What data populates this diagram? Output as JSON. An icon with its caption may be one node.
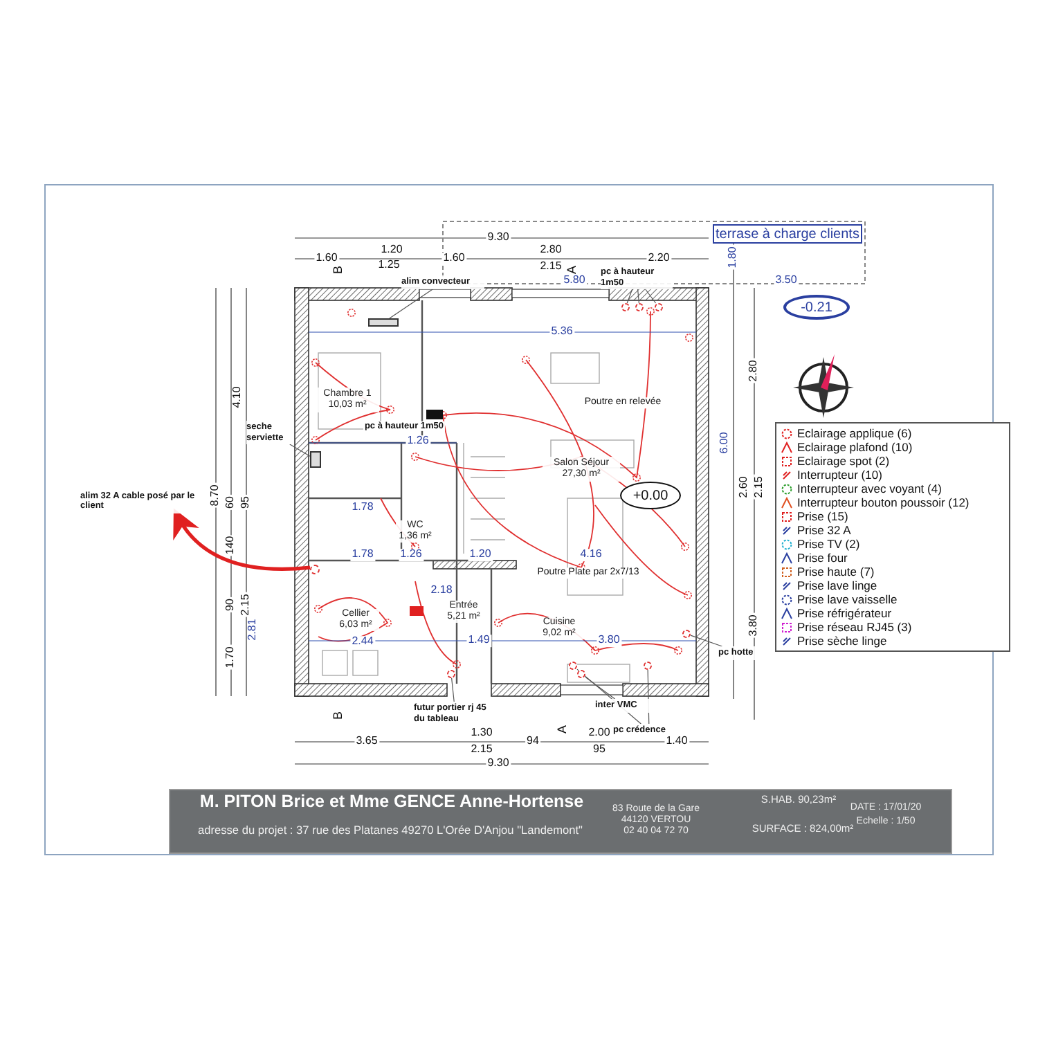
{
  "diagram": {
    "nodes": [
      {
        "text": [
          "terrase à charge clients"
        ]
      },
      {
        "text": [
          "Chambre 1",
          "10,03 m²"
        ]
      },
      {
        "text": [
          "Salon Séjour",
          "27,30 m²"
        ]
      },
      {
        "text": [
          "WC",
          "1,36 m²"
        ]
      },
      {
        "text": [
          "Entrée",
          "5,21 m²"
        ]
      },
      {
        "text": [
          "Cellier",
          "6,03 m²"
        ]
      },
      {
        "text": [
          "Cuisine",
          "9,02 m²"
        ]
      },
      {
        "text": [
          "+0.00"
        ]
      },
      {
        "text": [
          "-0.21"
        ]
      },
      {
        "text": [
          "alim 32 A cable posé par le client"
        ]
      },
      {
        "text": [
          "seche serviette"
        ]
      },
      {
        "text": [
          "alim convecteur"
        ]
      },
      {
        "text": [
          "pc à hauteur 1m50"
        ]
      },
      {
        "text": [
          "pc hotte"
        ]
      },
      {
        "text": [
          "inter VMC"
        ]
      },
      {
        "text": [
          "pc crédence"
        ]
      },
      {
        "text": [
          "futur portier rj 45 du tableau"
        ]
      },
      {
        "text": [],
        "shape": "box"
      },
      {
        "text": [],
        "shape": "box"
      },
      {
        "text": [],
        "shape": "circle"
      },
      {
        "text": [],
        "shape": "circle"
      },
      {
        "text": [],
        "shape": "circle"
      },
      {
        "text": [],
        "shape": "circle"
      },
      {
        "text": [],
        "shape": "circle"
      },
      {
        "text": [],
        "shape": "circle"
      },
      {
        "text": [],
        "shape": "circle"
      },
      {
        "text": [],
        "shape": "circle"
      },
      {
        "text": [],
        "shape": "circle"
      }
    ],
    "edges": [
      {
        "from": 27,
        "to": 9,
        "arrow": "to",
        "style": "thick",
        "color": "#e02020"
      },
      {
        "from": 10,
        "to": 17,
        "arrow": "none"
      },
      {
        "from": 11,
        "to": 18,
        "arrow": "none"
      },
      {
        "from": 12,
        "to": 19,
        "arrow": "none"
      },
      {
        "from": 12,
        "to": 20,
        "arrow": "none"
      },
      {
        "from": 12,
        "to": 21,
        "arrow": "none"
      },
      {
        "from": 13,
        "to": 22,
        "arrow": "none"
      },
      {
        "from": 14,
        "to": 23,
        "arrow": "none"
      },
      {
        "from": 15,
        "to": 24,
        "arrow": "none"
      },
      {
        "from": 15,
        "to": 25,
        "arrow": "none"
      },
      {
        "from": 16,
        "to": 26,
        "arrow": "none"
      }
    ],
    "labels": [
      "9.30",
      "1.60",
      "1.20",
      "1.25",
      "B",
      "1.60",
      "2.80",
      "2.15",
      "A",
      "2.20",
      "1.80",
      "5.80",
      "3.50",
      "5.36",
      "4.10",
      "2.80",
      "Poutre en relevée",
      "pc à hauteur 1m50",
      "1.26",
      "6.00",
      "8.70",
      "60",
      "95",
      "140",
      "2.60",
      "2.15",
      "1.78",
      "1.78",
      "1.26",
      "1.20",
      "4.16",
      "Poutre Plate par 2x7/13",
      "2.18",
      "90",
      "2.15",
      "2.81",
      "1.70",
      "2.44",
      "1.49",
      "3.80",
      "3.80",
      "B",
      "3.65",
      "1.30",
      "2.15",
      "94",
      "A",
      "2.00",
      "95",
      "1.40",
      "9.30",
      "M. PITON Brice et Mme GENCE Anne-Hortense",
      "adresse du projet : 37 rue des Platanes 49270 L'Orée D'Anjou \"Landemont\"",
      "83 Route de la Gare",
      "44120 VERTOU",
      "02 40 04 72 70",
      "S.HAB. 90,23m²",
      "SURFACE : 824,00m²",
      "DATE : 17/01/20",
      "Echelle : 1/50"
    ],
    "legend": [
      {
        "text": "Eclairage applique (6)"
      },
      {
        "text": "Eclairage plafond (10)"
      },
      {
        "text": "Eclairage spot (2)"
      },
      {
        "text": "Interrupteur (10)"
      },
      {
        "text": "Interrupteur avec voyant (4)"
      },
      {
        "text": "Interrupteur bouton poussoir (12)"
      },
      {
        "text": "Prise (15)"
      },
      {
        "text": "Prise 32 A"
      },
      {
        "text": "Prise TV (2)"
      },
      {
        "text": "Prise four"
      },
      {
        "text": "Prise haute (7)"
      },
      {
        "text": "Prise lave linge"
      },
      {
        "text": "Prise lave vaisselle"
      },
      {
        "text": "Prise réfrigérateur"
      },
      {
        "text": "Prise réseau RJ45 (3)"
      },
      {
        "text": "Prise sèche linge"
      }
    ]
  }
}
